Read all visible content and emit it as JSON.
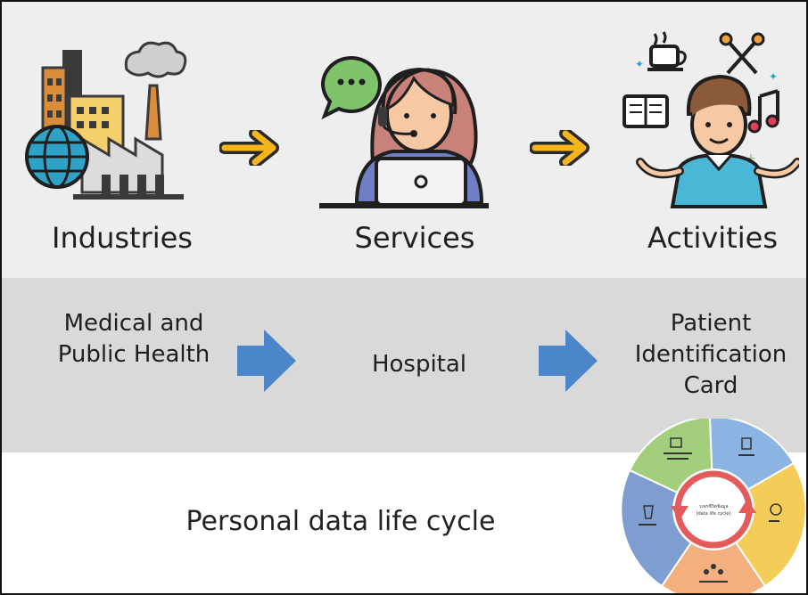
{
  "top_row": {
    "industries": "Industries",
    "services": "Services",
    "activities": "Activities"
  },
  "middle_row": {
    "medical": "Medical and Public Health",
    "hospital": "Hospital",
    "patient_card": "Patient Identification Card"
  },
  "bottom": {
    "title": "Personal data life cycle",
    "cycle_center": "วงจรชีวิตข้อมูล (data life cycle)"
  },
  "colors": {
    "top_bg": "#eeeeee",
    "middle_bg": "#d9d9d9",
    "yellow_arrow": "#f6b51b",
    "blue_arrow": "#4a86c8",
    "cycle_green": "#a3cf7d",
    "cycle_blue": "#8cb4e3",
    "cycle_yellow": "#f4cc58",
    "cycle_orange": "#f3b07e",
    "cycle_slate": "#7e9dd1",
    "cycle_red": "#e35b5b"
  }
}
